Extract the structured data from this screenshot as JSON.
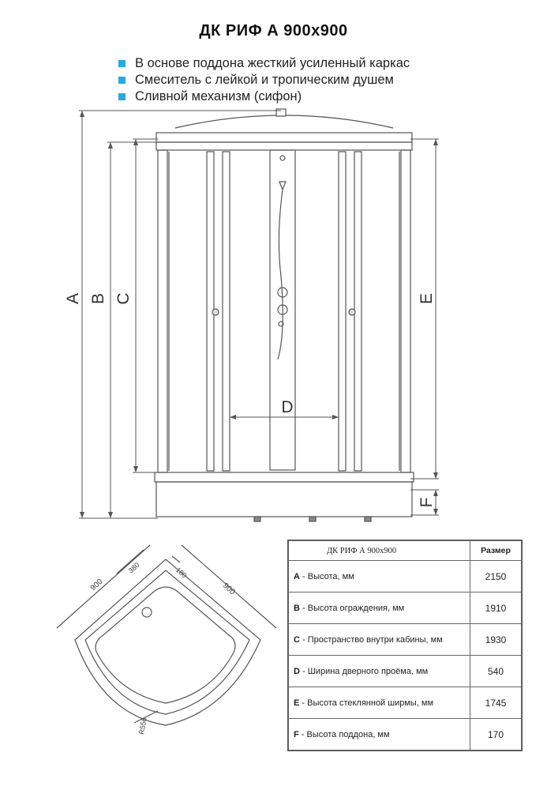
{
  "title": "ДК РИФ А 900х900",
  "features": [
    "В основе поддона жесткий усиленный каркас",
    "Смеситель с лейкой и тропическим душем",
    "Сливной механизм (сифон)"
  ],
  "accent_color": "#27a9e1",
  "dimension_labels": {
    "a": "A",
    "b": "B",
    "c": "C",
    "d": "D",
    "e": "E",
    "f": "F"
  },
  "plan": {
    "side_left": "900",
    "side_right": "900",
    "offset_left": "380",
    "offset_right": "180",
    "radius": "R556"
  },
  "spec_table": {
    "caption": "ДК РИФ А 900х900",
    "header_value": "Размер",
    "rows": [
      {
        "key": "A",
        "desc": " - Высота, мм",
        "value": "2150"
      },
      {
        "key": "B",
        "desc": " - Высота ограждения, мм",
        "value": "1910"
      },
      {
        "key": "C",
        "desc": " - Пространство внутри кабины, мм",
        "value": "1930"
      },
      {
        "key": "D",
        "desc": " - Ширина дверного проёма, мм",
        "value": "540"
      },
      {
        "key": "E",
        "desc": " - Высота стеклянной ширмы, мм",
        "value": "1745"
      },
      {
        "key": "F",
        "desc": " - Высота поддона, мм",
        "value": "170"
      }
    ]
  }
}
